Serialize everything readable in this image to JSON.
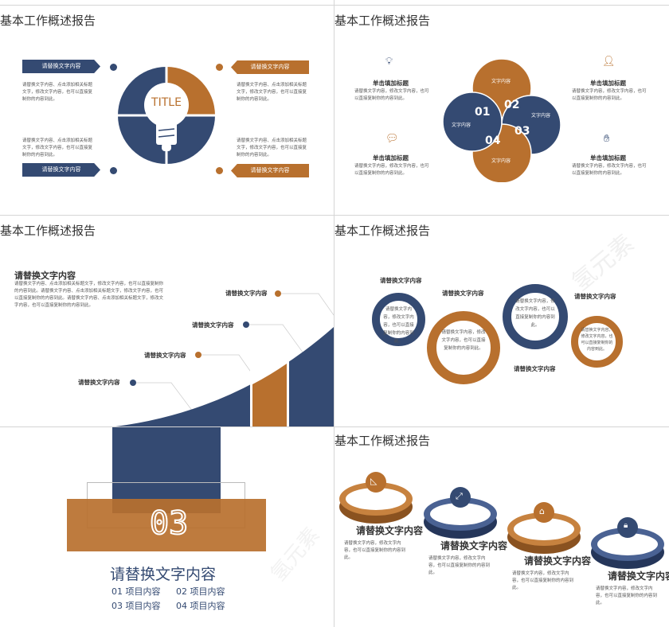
{
  "colors": {
    "navy": "#344a72",
    "orange": "#b8702e"
  },
  "slide1": {
    "title": "基本工作概述报告",
    "center_text": "TITLE",
    "banners": [
      "请替换文字内容",
      "请替换文字内容",
      "请替换文字内容",
      "请替换文字内容"
    ],
    "paragraph": "请替换文字内容、点击添加相关标题文字，修改文字内容，也可以直接复制你的内容到此。"
  },
  "slide2": {
    "title": "基本工作概述报告",
    "items": [
      {
        "title": "单击填加标题",
        "icon": "lightbulb-icon"
      },
      {
        "title": "单击填加标题",
        "icon": "user-add-icon"
      },
      {
        "title": "单击填加标题",
        "icon": "chat-bubble-icon"
      },
      {
        "title": "单击填加标题",
        "icon": "hand-icon"
      }
    ],
    "paragraph": "请替换文字内容，修改文字内容，也可以直接复制你的内容到此。",
    "petals": [
      {
        "num": "01",
        "label": "文字内容"
      },
      {
        "num": "02",
        "label": "文字内容"
      },
      {
        "num": "03",
        "label": "文字内容"
      },
      {
        "num": "04",
        "label": "文字内容"
      }
    ]
  },
  "slide3": {
    "title": "基本工作概述报告",
    "heading": "请替换文字内容",
    "paragraph": "请替换文字内容、点击添加相关标题文字，修改文字内容，也可以直接复制你的内容到此。请替换文字内容、点击添加相关标题文字，修改文字内容，也可以直接复制你的内容到此。请替换文字内容、点击添加相关标题文字，修改文字内容，也可以直接复制你的内容到此。",
    "labels": [
      "请替换文字内容",
      "请替换文字内容",
      "请替换文字内容",
      "请替换文字内容"
    ]
  },
  "slide4": {
    "title": "基本工作概述报告",
    "labels": [
      "请替换文字内容",
      "请替换文字内容",
      "请替换文字内容",
      "请替换文字内容"
    ],
    "ring_text": "请替换文字内容，修改文字内容，也可以直接复制你的内容到此。",
    "watermark": "氢元素"
  },
  "slide5": {
    "number": "03",
    "heading": "请替换文字内容",
    "items": [
      "01 项目内容",
      "02 项目内容",
      "03 项目内容",
      "04 项目内容"
    ],
    "watermark": "氢元素"
  },
  "slide6": {
    "title": "基本工作概述报告",
    "steps": [
      {
        "title": "请替换文字内容",
        "icon": "ruler-triangle-icon"
      },
      {
        "title": "请替换文字内容",
        "icon": "expand-icon"
      },
      {
        "title": "请替换文字内容",
        "icon": "home-icon"
      },
      {
        "title": "请替换文字内容",
        "icon": "lock-icon"
      }
    ],
    "paragraph": "请替换文字内容，修改文字内容，也可以直接复制你的内容到此。"
  }
}
